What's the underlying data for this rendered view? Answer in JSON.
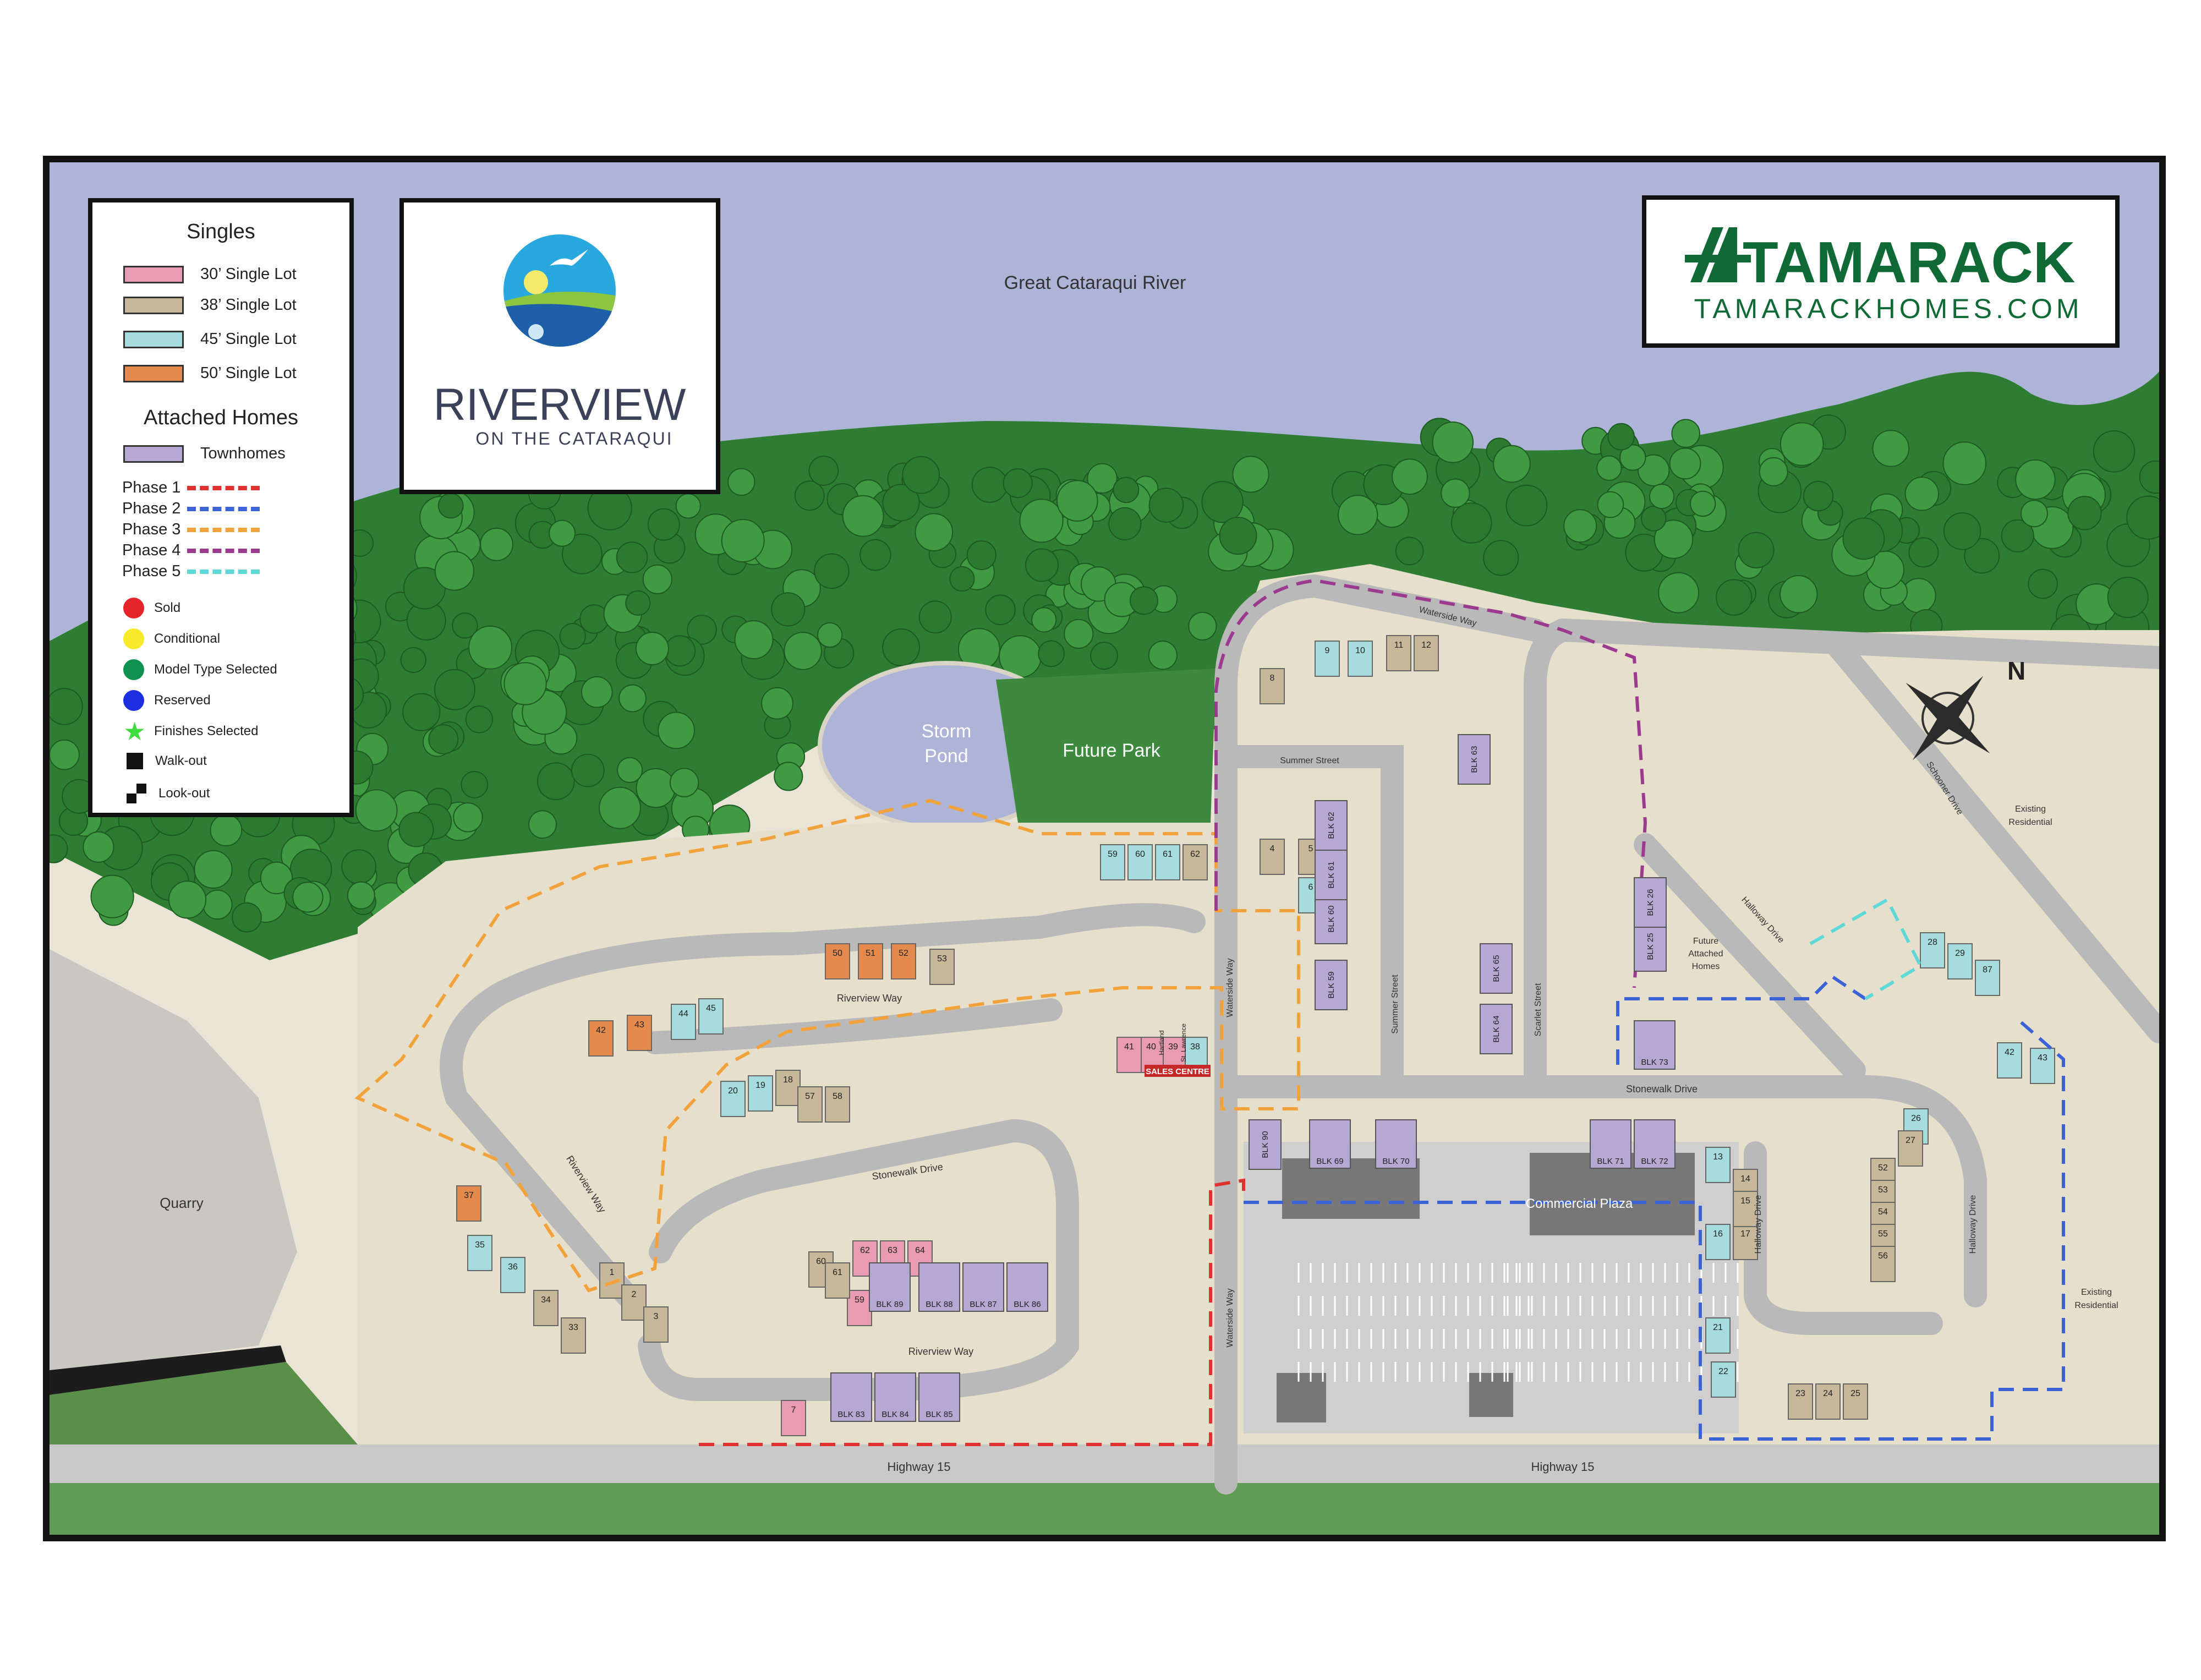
{
  "legend": {
    "singles_title": "Singles",
    "singles": [
      {
        "label": "30’ Single Lot",
        "color": "#e89bb3"
      },
      {
        "label": "38’ Single Lot",
        "color": "#c7b89a"
      },
      {
        "label": "45’ Single Lot",
        "color": "#a6dcdd"
      },
      {
        "label": "50’ Single Lot",
        "color": "#e48a4c"
      }
    ],
    "attached_title": "Attached Homes",
    "attached": [
      {
        "label": "Townhomes",
        "color": "#b5a8d3"
      }
    ],
    "phases": [
      {
        "label": "Phase 1",
        "color": "#e03131"
      },
      {
        "label": "Phase 2",
        "color": "#3b62d6"
      },
      {
        "label": "Phase 3",
        "color": "#f2a23a"
      },
      {
        "label": "Phase 4",
        "color": "#9b3a8e"
      },
      {
        "label": "Phase 5",
        "color": "#5fd8d8"
      }
    ],
    "statuses": [
      {
        "label": "Sold",
        "color": "#e5242a",
        "icon": "red-circle"
      },
      {
        "label": "Conditional",
        "color": "#f7ea2b",
        "icon": "yellow-circle"
      },
      {
        "label": "Model Type Selected",
        "color": "#0f9150",
        "icon": "green-circle"
      },
      {
        "label": "Reserved",
        "color": "#1d2ee0",
        "icon": "blue-circle"
      },
      {
        "label": "Finishes Selected",
        "color": "#3fdc3f",
        "icon": "green-star"
      },
      {
        "label": "Walk-out",
        "color": "#111111",
        "icon": "black-square"
      },
      {
        "label": "Look-out",
        "color": "#111111",
        "icon": "black-step"
      }
    ]
  },
  "logo": {
    "name": "RIVERVIEW",
    "tagline": "ON THE CATARAQUI"
  },
  "brand": {
    "name": "TAMARACK",
    "url": "TAMARACKHOMES.COM",
    "color": "#0f6a35"
  },
  "map": {
    "river_label": "Great Cataraqui River",
    "pond_label_1": "Storm",
    "pond_label_2": "Pond",
    "park_label": "Future Park",
    "quarry_label": "Quarry",
    "commercial_label": "Commercial Plaza",
    "sales_label": "SALES CENTRE",
    "future_attached_1": "Future",
    "future_attached_2": "Attached",
    "future_attached_3": "Homes",
    "existing_res_1": "Existing",
    "existing_res_2": "Residential",
    "existing_res_b_1": "Existing",
    "existing_res_b_2": "Residential",
    "compass_n": "N",
    "streets": {
      "highway_w": "Highway 15",
      "highway_e": "Highway 15",
      "riverview_n": "Riverview Way",
      "riverview_w": "Riverview Way",
      "riverview_s": "Riverview Way",
      "stonewalk_w": "Stonewalk Drive",
      "stonewalk_e": "Stonewalk Drive",
      "waterside_n": "Waterside Way",
      "waterside_c": "Waterside Way",
      "waterside_s": "Waterside Way",
      "summer_n": "Summer Street",
      "summer_v": "Summer Street",
      "scarlet": "Scarlet Street",
      "schooner": "Schooner Drive",
      "halloway_n": "Halloway Drive",
      "halloway_w": "Halloway Drive",
      "halloway_e": "Halloway Drive"
    },
    "blocks": [
      "BLK 83",
      "BLK 84",
      "BLK 85",
      "BLK 86",
      "BLK 87",
      "BLK 88",
      "BLK 89",
      "BLK 69",
      "BLK 70",
      "BLK 71",
      "BLK 72",
      "BLK 73",
      "BLK 59",
      "BLK 60",
      "BLK 61",
      "BLK 62",
      "BLK 63",
      "BLK 64",
      "BLK 65",
      "BLK 25",
      "BLK 26",
      "BLK 90"
    ],
    "model_names": [
      "Hartland",
      "St. Lawrence"
    ],
    "lots": [
      {
        "n": "1",
        "t": "38"
      },
      {
        "n": "2",
        "t": "38"
      },
      {
        "n": "3",
        "t": "38"
      },
      {
        "n": "35",
        "t": "45"
      },
      {
        "n": "36",
        "t": "45"
      },
      {
        "n": "37",
        "t": "50"
      },
      {
        "n": "34",
        "t": "38"
      },
      {
        "n": "33",
        "t": "38"
      },
      {
        "n": "42",
        "t": "50"
      },
      {
        "n": "43",
        "t": "50"
      },
      {
        "n": "44",
        "t": "45"
      },
      {
        "n": "45",
        "t": "45"
      },
      {
        "n": "50",
        "t": "50"
      },
      {
        "n": "51",
        "t": "50"
      },
      {
        "n": "52",
        "t": "50"
      },
      {
        "n": "53",
        "t": "38"
      },
      {
        "n": "59",
        "t": "45"
      },
      {
        "n": "60",
        "t": "45"
      },
      {
        "n": "61",
        "t": "45"
      },
      {
        "n": "62",
        "t": "38"
      },
      {
        "n": "38",
        "t": "45"
      },
      {
        "n": "39",
        "t": "30"
      },
      {
        "n": "40",
        "t": "30"
      },
      {
        "n": "41",
        "t": "30"
      },
      {
        "n": "18",
        "t": "38"
      },
      {
        "n": "19",
        "t": "45"
      },
      {
        "n": "20",
        "t": "45"
      },
      {
        "n": "22",
        "t": "45"
      },
      {
        "n": "23",
        "t": "38"
      },
      {
        "n": "24",
        "t": "38"
      },
      {
        "n": "25",
        "t": "38"
      },
      {
        "n": "21",
        "t": "45"
      },
      {
        "n": "16",
        "t": "45"
      },
      {
        "n": "17",
        "t": "38"
      },
      {
        "n": "13",
        "t": "45"
      },
      {
        "n": "14",
        "t": "38"
      },
      {
        "n": "15",
        "t": "38"
      },
      {
        "n": "57",
        "t": "38"
      },
      {
        "n": "58",
        "t": "38"
      },
      {
        "n": "59",
        "t": "30"
      },
      {
        "n": "60",
        "t": "38"
      },
      {
        "n": "61",
        "t": "38"
      },
      {
        "n": "62",
        "t": "30"
      },
      {
        "n": "63",
        "t": "30"
      },
      {
        "n": "64",
        "t": "30"
      },
      {
        "n": "7",
        "t": "30"
      },
      {
        "n": "8",
        "t": "38"
      },
      {
        "n": "9",
        "t": "45"
      },
      {
        "n": "10",
        "t": "45"
      },
      {
        "n": "11",
        "t": "38"
      },
      {
        "n": "12",
        "t": "38"
      },
      {
        "n": "4",
        "t": "38"
      },
      {
        "n": "5",
        "t": "38"
      },
      {
        "n": "6",
        "t": "45"
      },
      {
        "n": "52",
        "t": "38"
      },
      {
        "n": "53",
        "t": "38"
      },
      {
        "n": "54",
        "t": "38"
      },
      {
        "n": "55",
        "t": "38"
      },
      {
        "n": "56",
        "t": "38"
      },
      {
        "n": "26",
        "t": "45"
      },
      {
        "n": "27",
        "t": "38"
      },
      {
        "n": "28",
        "t": "45"
      },
      {
        "n": "29",
        "t": "45"
      },
      {
        "n": "87",
        "t": "45"
      },
      {
        "n": "42",
        "t": "45"
      },
      {
        "n": "43",
        "t": "45"
      }
    ]
  }
}
